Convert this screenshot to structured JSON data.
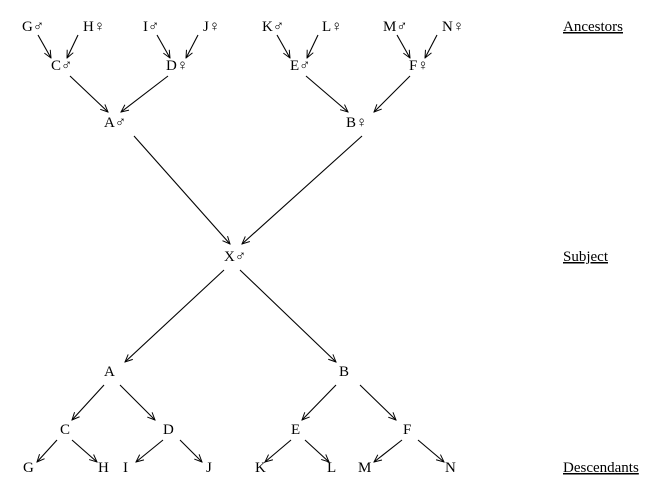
{
  "section_labels": {
    "ancestors": "Ancestors",
    "subject": "Subject",
    "descendants": "Descendants"
  },
  "ancestors": {
    "great_grandparents": [
      "G♂",
      "H♀",
      "I♂",
      "J♀",
      "K♂",
      "L♀",
      "M♂",
      "N♀"
    ],
    "grandparents": [
      "C♂",
      "D♀",
      "E♂",
      "F♀"
    ],
    "parents": [
      "A♂",
      "B♀"
    ]
  },
  "subject": "X♂",
  "descendants": {
    "children": [
      "A",
      "B"
    ],
    "grandchildren": [
      "C",
      "D",
      "E",
      "F"
    ],
    "great_grandchildren": [
      "G",
      "H",
      "I",
      "J",
      "K",
      "L",
      "M",
      "N"
    ]
  },
  "relations": [
    [
      "G♂",
      "C♂"
    ],
    [
      "H♀",
      "C♂"
    ],
    [
      "I♂",
      "D♀"
    ],
    [
      "J♀",
      "D♀"
    ],
    [
      "K♂",
      "E♂"
    ],
    [
      "L♀",
      "E♂"
    ],
    [
      "M♂",
      "F♀"
    ],
    [
      "N♀",
      "F♀"
    ],
    [
      "C♂",
      "A♂"
    ],
    [
      "D♀",
      "A♂"
    ],
    [
      "E♂",
      "B♀"
    ],
    [
      "F♀",
      "B♀"
    ],
    [
      "A♂",
      "X♂"
    ],
    [
      "B♀",
      "X♂"
    ],
    [
      "X♂",
      "A"
    ],
    [
      "X♂",
      "B"
    ],
    [
      "A",
      "C"
    ],
    [
      "A",
      "D"
    ],
    [
      "B",
      "E"
    ],
    [
      "B",
      "F"
    ],
    [
      "C",
      "G"
    ],
    [
      "C",
      "H"
    ],
    [
      "D",
      "I"
    ],
    [
      "D",
      "J"
    ],
    [
      "E",
      "K"
    ],
    [
      "E",
      "L"
    ],
    [
      "F",
      "M"
    ],
    [
      "F",
      "N"
    ]
  ]
}
